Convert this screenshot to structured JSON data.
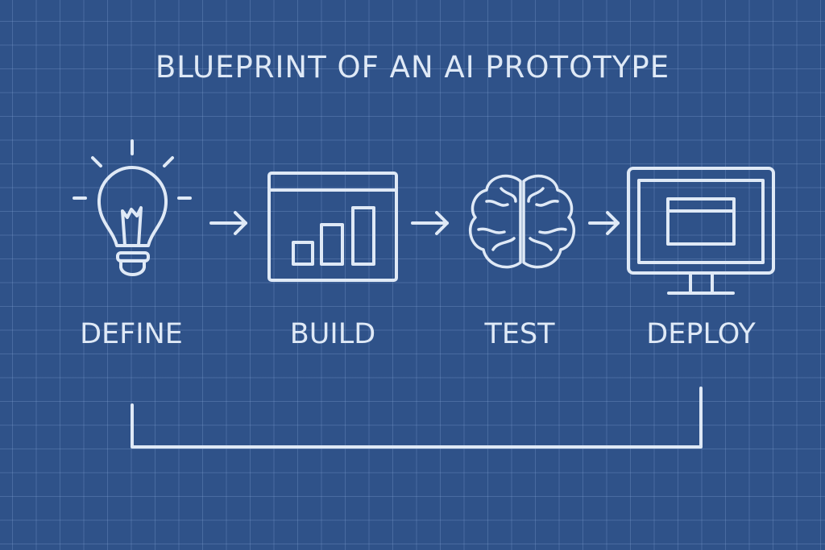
{
  "title": "BLUEPRINT OF AN AI PROTOTYPE",
  "steps": [
    {
      "label": "DEFINE",
      "icon": "lightbulb-icon"
    },
    {
      "label": "BUILD",
      "icon": "bar-chart-window-icon"
    },
    {
      "label": "TEST",
      "icon": "brain-icon"
    },
    {
      "label": "DEPLOY",
      "icon": "monitor-icon"
    }
  ],
  "colors": {
    "background": "#2f5289",
    "line": "#dfe9f6"
  }
}
